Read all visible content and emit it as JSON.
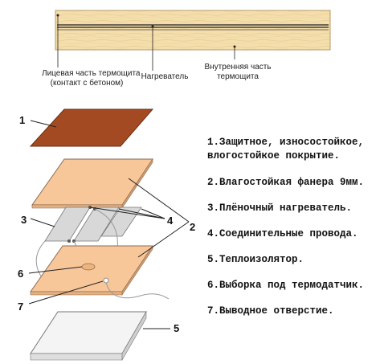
{
  "cross_section": {
    "label_face": "Лицевая часть термощита",
    "label_face_note": "(контакт с бетоном)",
    "label_heater": "Нагреватель",
    "label_inner_1": "Внутренняя часть",
    "label_inner_2": "термощита"
  },
  "numbers": {
    "n1": "1",
    "n2": "2",
    "n3": "3",
    "n4": "4",
    "n5": "5",
    "n6": "6",
    "n7": "7"
  },
  "legend": [
    "1.Защитное, износостойкое,",
    "влогостойкое покрытие.",
    "2.Влагостойкая фанера 9мм.",
    "3.Плёночный нагреватель.",
    "4.Соединительные провода.",
    "5.Теплоизолятор.",
    "6.Выборка под термодатчик.",
    "7.Выводное отверстие."
  ],
  "colors": {
    "wood": "#f4deac",
    "coating": "#a44a23",
    "plywood": "#f7c79a",
    "heater_film": "#d6d6d6",
    "insulator": "#f3f3f3",
    "outline": "#555555"
  }
}
